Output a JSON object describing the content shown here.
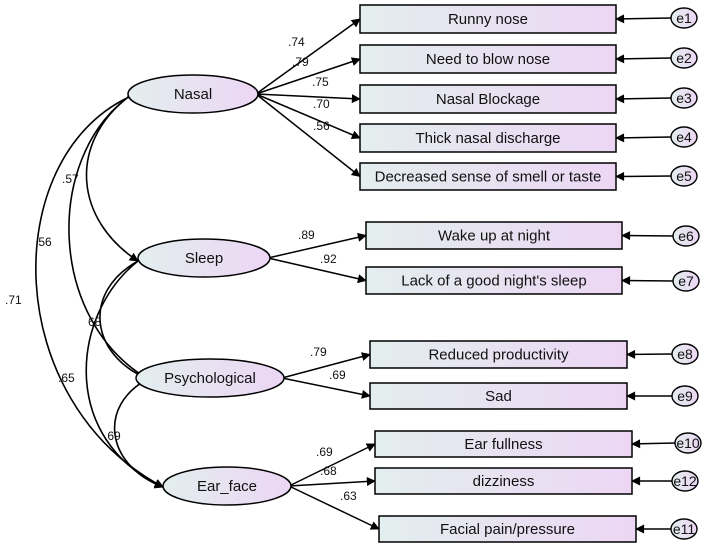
{
  "latents": [
    {
      "id": "nasal",
      "label": "Nasal"
    },
    {
      "id": "sleep",
      "label": "Sleep"
    },
    {
      "id": "psych",
      "label": "Psychological"
    },
    {
      "id": "ear",
      "label": "Ear_face"
    }
  ],
  "indicators": [
    {
      "id": "runny",
      "label": "Runny nose",
      "error": "e1",
      "factor": "nasal",
      "loading": ".74"
    },
    {
      "id": "blow",
      "label": "Need to blow nose",
      "error": "e2",
      "factor": "nasal",
      "loading": ".79"
    },
    {
      "id": "block",
      "label": "Nasal Blockage",
      "error": "e3",
      "factor": "nasal",
      "loading": ".75"
    },
    {
      "id": "thick",
      "label": "Thick nasal discharge",
      "error": "e4",
      "factor": "nasal",
      "loading": ".70"
    },
    {
      "id": "smell",
      "label": "Decreased sense of smell or taste",
      "error": "e5",
      "factor": "nasal",
      "loading": ".56"
    },
    {
      "id": "wake",
      "label": "Wake up at night",
      "error": "e6",
      "factor": "sleep",
      "loading": ".89"
    },
    {
      "id": "lack",
      "label": "Lack of a good night's sleep",
      "error": "e7",
      "factor": "sleep",
      "loading": ".92"
    },
    {
      "id": "prod",
      "label": "Reduced productivity",
      "error": "e8",
      "factor": "psych",
      "loading": ".79"
    },
    {
      "id": "sad",
      "label": "Sad",
      "error": "e9",
      "factor": "psych",
      "loading": ".69"
    },
    {
      "id": "earfull",
      "label": "Ear fullness",
      "error": "e10",
      "factor": "ear",
      "loading": ".69"
    },
    {
      "id": "dizzy",
      "label": "dizziness",
      "error": "e12",
      "factor": "ear",
      "loading": ".68"
    },
    {
      "id": "facial",
      "label": "Facial pain/pressure",
      "error": "e11",
      "factor": "ear",
      "loading": ".63"
    }
  ],
  "correlations": [
    {
      "id": "nasal-sleep",
      "from": "nasal",
      "to": "sleep",
      "value": ".57"
    },
    {
      "id": "nasal-psych",
      "from": "nasal",
      "to": "psych",
      "value": ".56"
    },
    {
      "id": "nasal-ear",
      "from": "nasal",
      "to": "ear",
      "value": ".71"
    },
    {
      "id": "sleep-psych",
      "from": "sleep",
      "to": "psych",
      "value": "68"
    },
    {
      "id": "sleep-ear",
      "from": "sleep",
      "to": "ear",
      "value": ".65"
    },
    {
      "id": "psych-ear",
      "from": "psych",
      "to": "ear",
      "value": ".69"
    }
  ],
  "colors": {
    "gradient_start": "#e3eeee",
    "gradient_end": "#ecd6f4",
    "stroke": "#000000"
  }
}
